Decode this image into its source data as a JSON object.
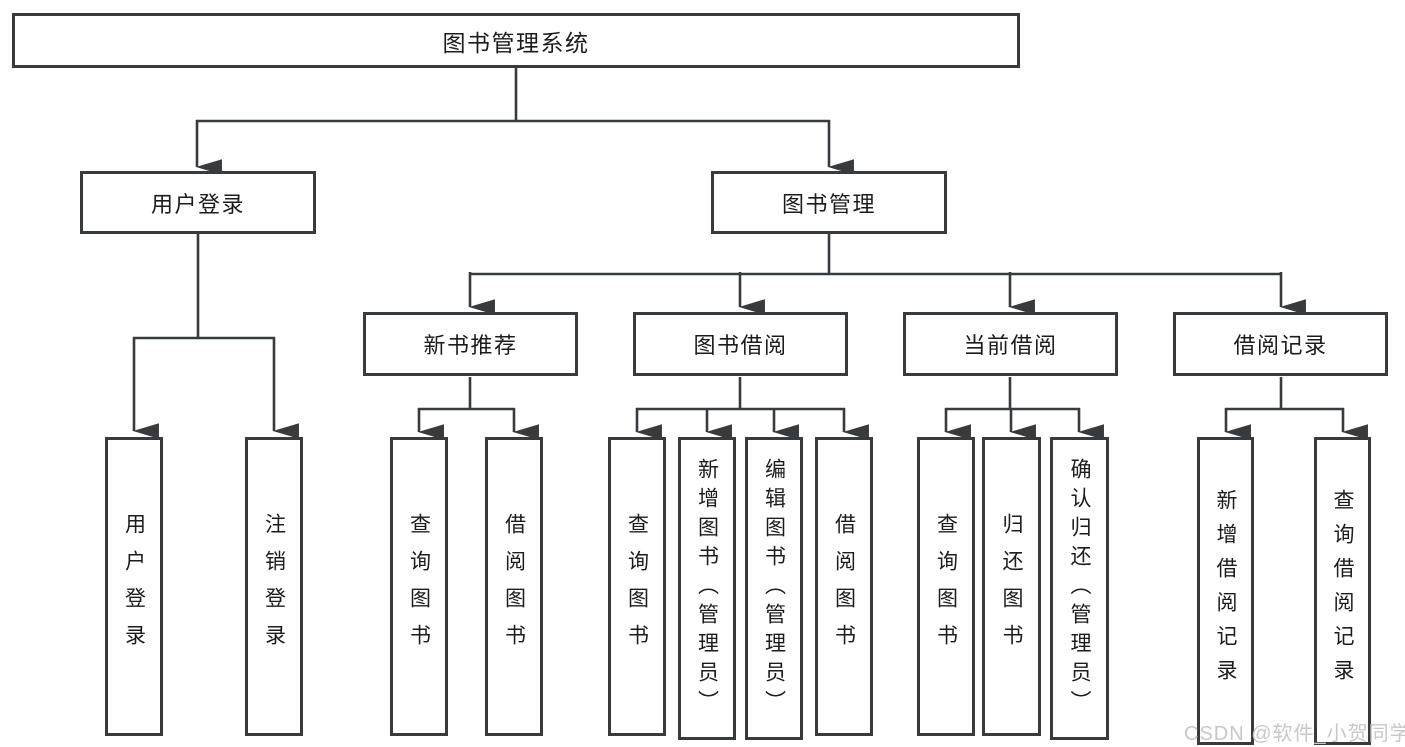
{
  "diagram": {
    "title": "图书管理系统",
    "colors": {
      "line": "#383b3e",
      "box_border": "#383b3e",
      "box_background": "#ffffff",
      "text": "#1c1c1c",
      "watermark": "#c8c8c8"
    }
  },
  "nodes": {
    "root": {
      "label": "图书管理系统"
    },
    "level2": [
      {
        "label": "用户登录"
      },
      {
        "label": "图书管理"
      }
    ],
    "level3": [
      {
        "label": "新书推荐"
      },
      {
        "label": "图书借阅"
      },
      {
        "label": "当前借阅"
      },
      {
        "label": "借阅记录"
      }
    ]
  },
  "leaves": [
    {
      "label": "用户登录"
    },
    {
      "label": "注销登录"
    },
    {
      "label": "查询图书"
    },
    {
      "label": "借阅图书"
    },
    {
      "label": "查询图书"
    },
    {
      "label": "新增图书（管理员）"
    },
    {
      "label": "编辑图书（管理员）"
    },
    {
      "label": "借阅图书"
    },
    {
      "label": "查询图书"
    },
    {
      "label": "归还图书"
    },
    {
      "label": "确认归还（管理员）"
    },
    {
      "label": "新增借阅记录"
    },
    {
      "label": "查询借阅记录"
    }
  ],
  "watermark": {
    "text": "CSDN @软件_小贺同学"
  }
}
